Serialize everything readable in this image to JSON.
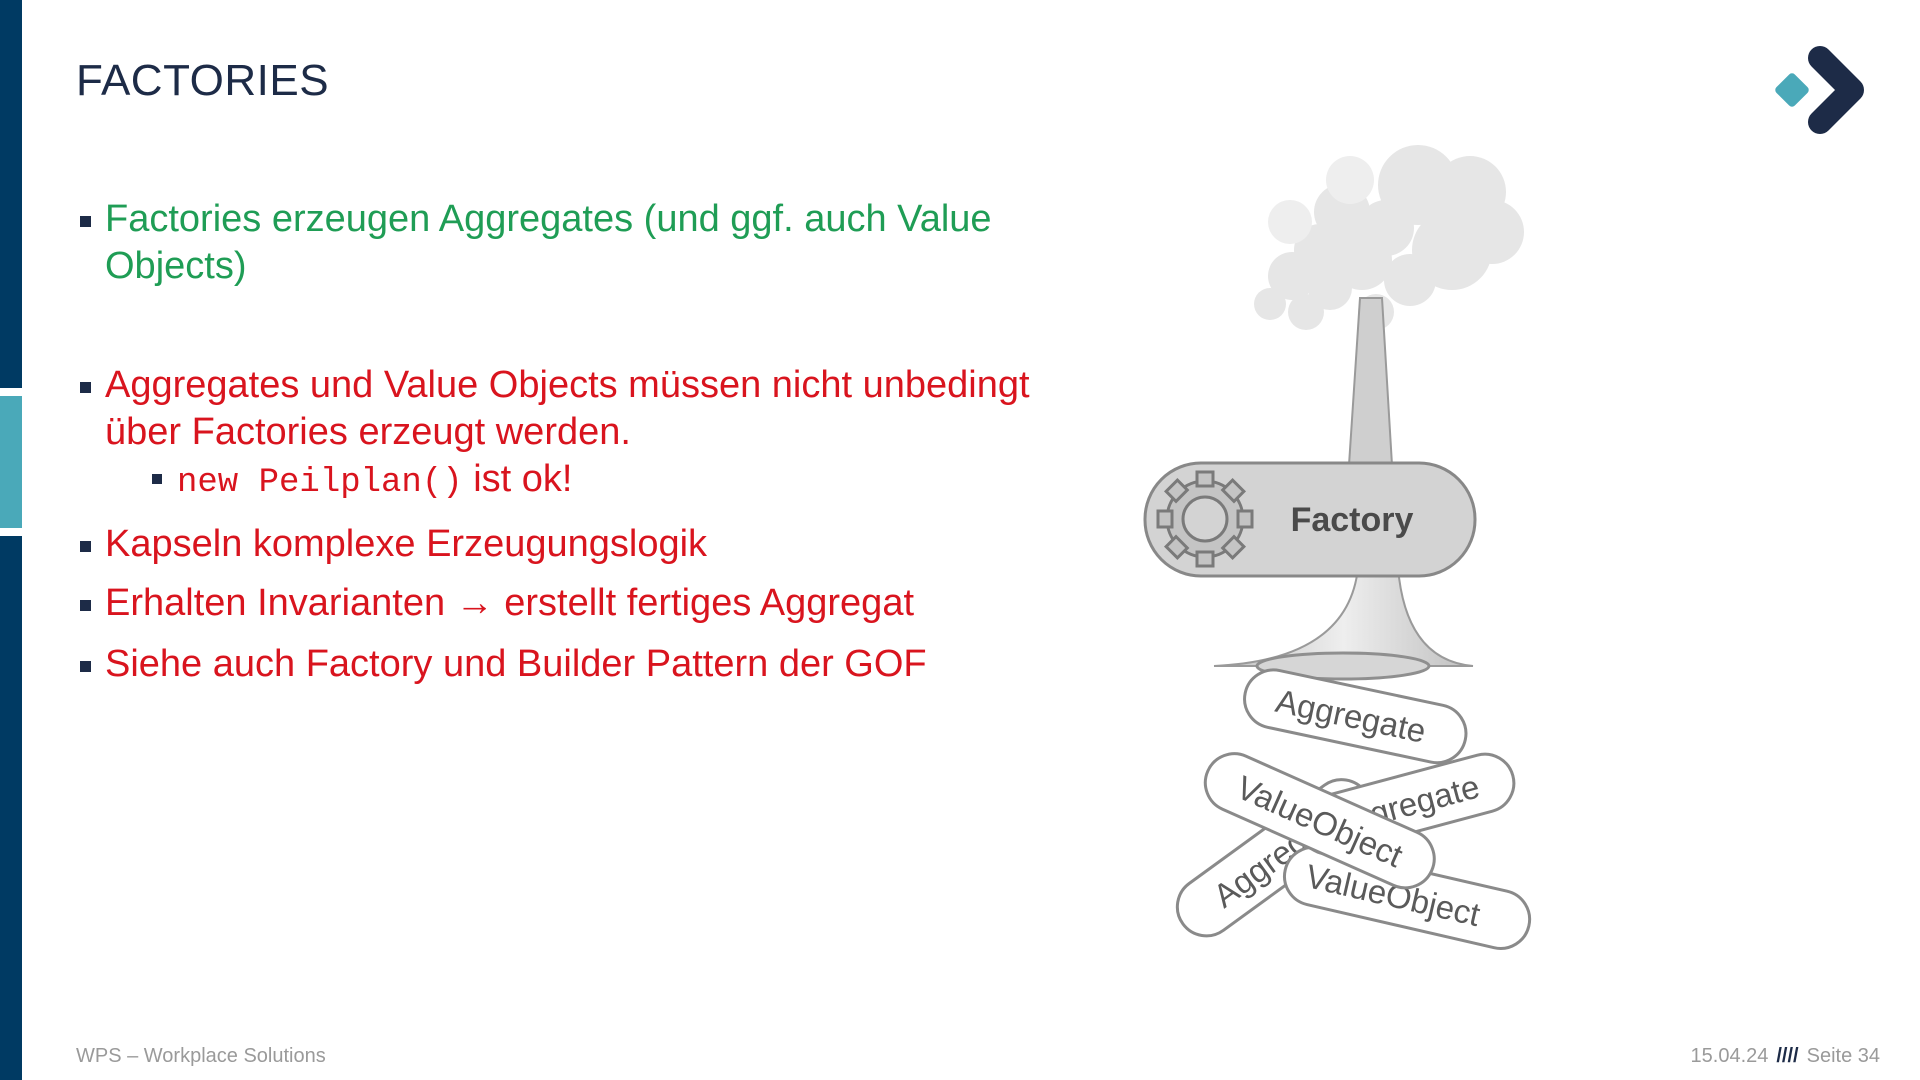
{
  "slide": {
    "title": "FACTORIES",
    "bullets": [
      {
        "text": "Factories erzeugen Aggregates (und ggf. auch Value Objects)"
      },
      {
        "text": "Aggregates und Value Objects müssen nicht unbedingt über Factories erzeugt werden."
      },
      {
        "code": "new Peilplan()",
        "text": " ist ok!"
      },
      {
        "text": "Kapseln komplexe Erzeugungslogik"
      },
      {
        "text_before": "Erhalten Invarianten ",
        "arrow": "→",
        "text_after": " erstellt fertiges Aggregat"
      },
      {
        "text": "Siehe auch Factory und Builder Pattern der GOF"
      }
    ]
  },
  "diagram": {
    "factory_label": "Factory",
    "pills": [
      "Aggregate",
      "Aggregate",
      "ValueObject",
      "Aggregate",
      "ValueObject"
    ]
  },
  "footer": {
    "company": "WPS – Workplace Solutions",
    "date": "15.04.24",
    "separator": "////",
    "page": "Seite 34"
  },
  "colors": {
    "navy": "#003a63",
    "teal": "#4aa9b9",
    "green": "#1f9d55",
    "red": "#d9141e"
  }
}
